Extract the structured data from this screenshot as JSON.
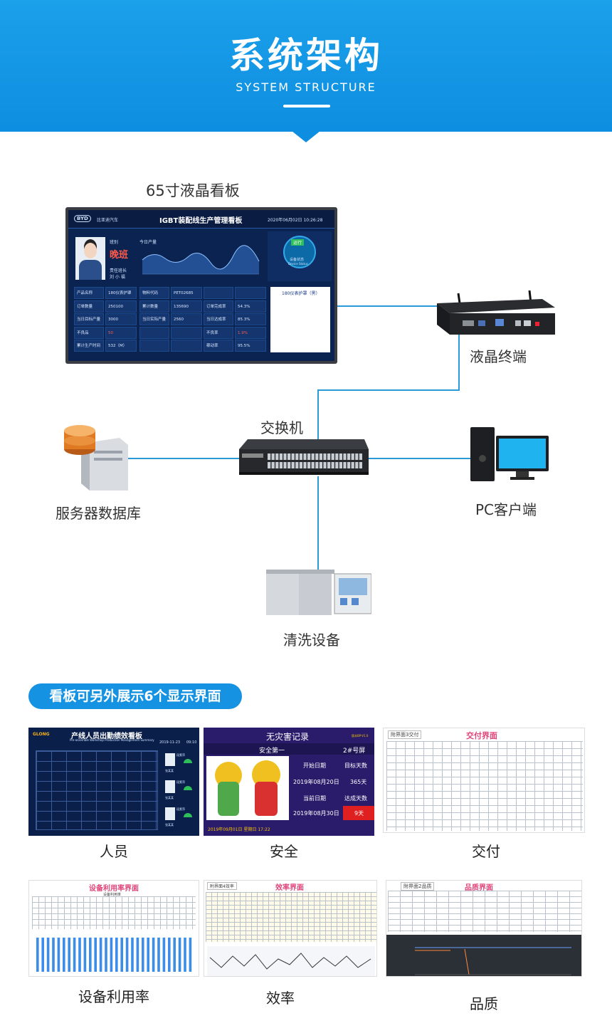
{
  "header": {
    "title": "系统架构",
    "subtitle": "SYSTEM STRUCTURE",
    "bg_color": "#1592e2"
  },
  "nodes": {
    "lcd_label": "65寸液晶看板",
    "terminal_label": "液晶终端",
    "switch_label": "交换机",
    "server_label": "服务器数据库",
    "pc_label": "PC客户端",
    "cleaner_label": "清洗设备"
  },
  "lcd_board": {
    "logo": "BYD",
    "company": "比亚迪汽车",
    "title": "IGBT装配线生产管理看板",
    "datetime": "2020年06月02日   10:26:28",
    "shift_label": "班别",
    "shift": "晚班",
    "owner_label": "责任班长",
    "owner": "刘 小 福",
    "chart_label": "今日产量",
    "status": "运行",
    "status_sub": "设备状态",
    "status_sub_en": "Device Status",
    "product_panel": "180仪表护罩（黑）",
    "rows": [
      [
        "产品名称",
        "180仪表护罩",
        "物料代码",
        "PET02685",
        "",
        ""
      ],
      [
        "订单数量",
        "250100",
        "累计数量",
        "135690",
        "订单完成率",
        "54.3%"
      ],
      [
        "当日目标产量",
        "3000",
        "当日实际产量",
        "2560",
        "当日达成率",
        "85.3%"
      ],
      [
        "不良品",
        "50",
        "",
        "",
        "不良率",
        "1.9%"
      ],
      [
        "累计生产时间",
        "532（M）",
        "",
        "",
        "稼动率",
        "95.5%"
      ]
    ]
  },
  "badge": "看板可另外展示6个显示界面",
  "screens": [
    {
      "caption": "人员",
      "title": "产线人员出勤绩效看板",
      "subtitle": "Pre-assemble Workshop Production Management Summary",
      "date": "2019-11-23",
      "time": "09:10",
      "brand": "GLONG",
      "people": [
        "段素萍",
        "段素萍",
        "段素萍"
      ],
      "people_sub": [
        "张某某",
        "张某某",
        "张某某"
      ]
    },
    {
      "caption": "安全",
      "title": "无灾害记录",
      "tag": "版本BP-V1.0",
      "line1": "安全第一",
      "line1b": "2#号屏",
      "r1a": "开始日期",
      "r1b": "目标天数",
      "r2a": "2019年08月20日",
      "r2b": "365天",
      "r3a": "当前日期",
      "r3b": "达成天数",
      "r4a": "2019年08月30日",
      "r4b": "9天",
      "footer": "2019年09月01日  星期日  17:22"
    },
    {
      "caption": "交付",
      "tab": "附界面3交付",
      "title": "交付界面"
    },
    {
      "caption": "设备利用率",
      "title": "设备利用率界面",
      "subtitle": "设备利用率"
    },
    {
      "caption": "效率",
      "tab": "附界面4效率",
      "title": "效率界面"
    },
    {
      "caption": "品质",
      "tab": "附界面2品质",
      "title": "品质界面"
    }
  ],
  "colors": {
    "line": "#2a9ad6",
    "dark_panel": "#0b2351",
    "accent_red": "#e02020"
  }
}
